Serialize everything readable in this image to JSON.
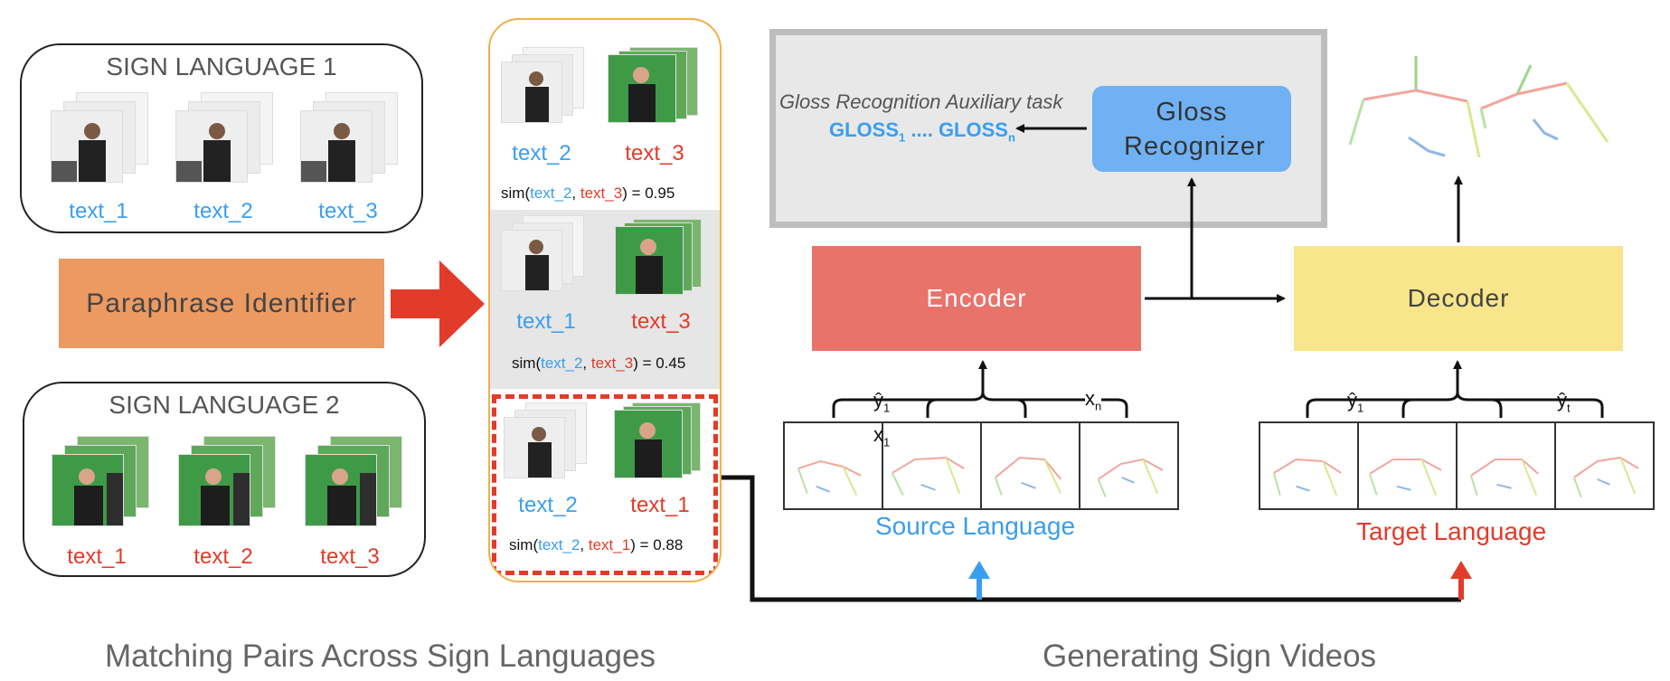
{
  "left": {
    "sign_language_1": {
      "title": "SIGN LANGUAGE 1",
      "labels": [
        "text_1",
        "text_2",
        "text_3"
      ]
    },
    "sign_language_2": {
      "title": "SIGN LANGUAGE 2",
      "labels": [
        "text_1",
        "text_2",
        "text_3"
      ]
    },
    "paraphrase_identifier": "Paraphrase Identifier"
  },
  "pairs": [
    {
      "a": "text_2",
      "b": "text_3",
      "sim": {
        "prefix": "sim(",
        "a": "text_2",
        "sep": ", ",
        "b": "text_3",
        "suffix": ") = 0.95"
      }
    },
    {
      "a": "text_1",
      "b": "text_3",
      "sim": {
        "prefix": "sim(",
        "a": "text_2",
        "sep": ", ",
        "b": "text_3",
        "suffix": ") = 0.45"
      }
    },
    {
      "a": "text_2",
      "b": "text_1",
      "sim": {
        "prefix": "sim(",
        "a": "text_2",
        "sep": ", ",
        "b": "text_1",
        "suffix": ") = 0.88"
      }
    }
  ],
  "right": {
    "gloss_task_label": "Gloss Recognition Auxiliary task",
    "gloss_sequence": {
      "g1": "GLOSS",
      "s1": "1",
      "dots": " .... ",
      "g2": "GLOSS",
      "s2": "n"
    },
    "gloss_recognizer": "Gloss Recognizer",
    "encoder": "Encoder",
    "decoder": "Decoder",
    "encoder_brace_labels": {
      "y1_base": "ŷ",
      "y1_sub": "1",
      "xn_base": "x",
      "xn_sub": "n",
      "x1_base": "x",
      "x1_sub": "1"
    },
    "decoder_brace_labels": {
      "y1_base": "ŷ",
      "y1_sub": "1",
      "yt_base": "ŷ",
      "yt_sub": "t"
    },
    "source_language": "Source Language",
    "target_language": "Target Language"
  },
  "captions": {
    "left": "Matching Pairs Across Sign Languages",
    "right": "Generating Sign Videos"
  },
  "colors": {
    "blue": "#3a9ef0",
    "red": "#e23b2a",
    "encoder": "#e8736b",
    "decoder": "#f8e58c",
    "paraphrase": "#eb9a62",
    "gloss_recognizer": "#6fb1f3",
    "gray_panel": "#e8e8e8",
    "orange_border": "#f0b04a"
  }
}
